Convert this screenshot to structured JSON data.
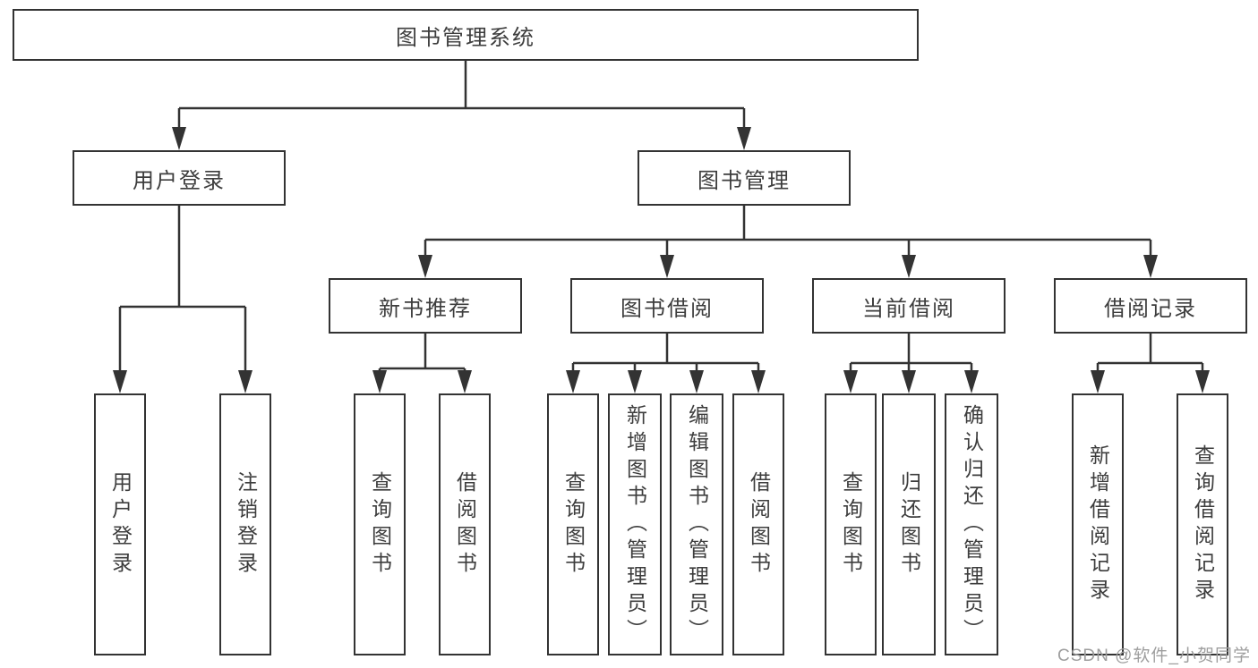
{
  "diagram": {
    "watermark": "CSDN @软件_小贺同学",
    "colors": {
      "line": "#333333",
      "border": "#333333",
      "text": "#3d3d3d",
      "watermark": "#9e9e9e",
      "background": "#ffffff"
    },
    "root": {
      "label": "图书管理系统"
    },
    "user_login": {
      "label": "用户登录",
      "children": [
        {
          "label": "用户登录"
        },
        {
          "label": "注销登录"
        }
      ]
    },
    "book_mgmt": {
      "label": "图书管理",
      "sections": [
        {
          "label": "新书推荐",
          "children": [
            {
              "label": "查询图书"
            },
            {
              "label": "借阅图书"
            }
          ]
        },
        {
          "label": "图书借阅",
          "children": [
            {
              "label": "查询图书"
            },
            {
              "label": "新增图书（管理员）"
            },
            {
              "label": "编辑图书（管理员）"
            },
            {
              "label": "借阅图书"
            }
          ]
        },
        {
          "label": "当前借阅",
          "children": [
            {
              "label": "查询图书"
            },
            {
              "label": "归还图书"
            },
            {
              "label": "确认归还（管理员）"
            }
          ]
        },
        {
          "label": "借阅记录",
          "children": [
            {
              "label": "新增借阅记录"
            },
            {
              "label": "查询借阅记录"
            }
          ]
        }
      ]
    }
  }
}
